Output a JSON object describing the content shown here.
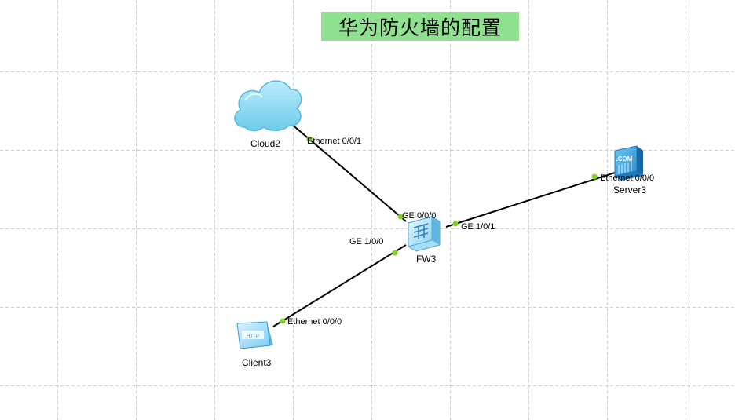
{
  "title": "华为防火墙的配置",
  "colors": {
    "title_bg": "#8fe08f",
    "link": "#000000",
    "port_dot": "#7ed321",
    "grid": "#cfcfcf"
  },
  "devices": {
    "cloud": {
      "name": "Cloud2",
      "icon": "cloud-icon"
    },
    "fw": {
      "name": "FW3",
      "icon": "firewall-icon"
    },
    "server": {
      "name": "Server3",
      "icon": "server-icon",
      "badge": ".COM"
    },
    "client": {
      "name": "Client3",
      "icon": "client-icon",
      "badge": "HTTP"
    }
  },
  "ports": {
    "cloud_eth": "Ethernet 0/0/1",
    "fw_ge000": "GE 0/0/0",
    "fw_ge101": "GE 1/0/1",
    "fw_ge100": "GE 1/0/0",
    "server_eth": "Ethernet 0/0/0",
    "client_eth": "Ethernet 0/0/0"
  }
}
